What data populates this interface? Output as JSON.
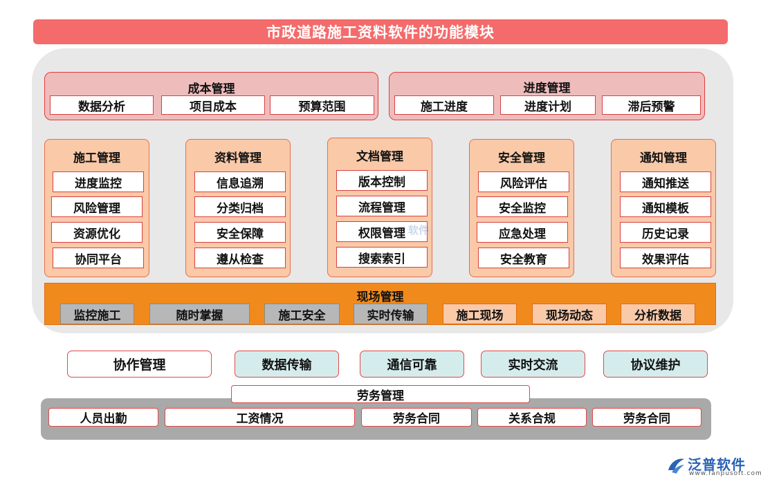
{
  "title": "市政道路施工资料软件的功能模块",
  "top_groups": [
    {
      "title": "成本管理",
      "items": [
        "数据分析",
        "项目成本",
        "预算范围"
      ]
    },
    {
      "title": "进度管理",
      "items": [
        "施工进度",
        "进度计划",
        "滞后预警"
      ]
    }
  ],
  "modules": [
    {
      "title": "施工管理",
      "items": [
        "进度监控",
        "风险管理",
        "资源优化",
        "协同平台"
      ]
    },
    {
      "title": "资料管理",
      "items": [
        "信息追溯",
        "分类归档",
        "安全保障",
        "遵从检查"
      ]
    },
    {
      "title": "文档管理",
      "items": [
        "版本控制",
        "流程管理",
        "权限管理",
        "搜索索引"
      ]
    },
    {
      "title": "安全管理",
      "items": [
        "风险评估",
        "安全监控",
        "应急处理",
        "安全教育"
      ]
    },
    {
      "title": "通知管理",
      "items": [
        "通知推送",
        "通知模板",
        "历史记录",
        "效果评估"
      ]
    }
  ],
  "field": {
    "title": "现场管理",
    "items": [
      "监控施工",
      "随时掌握",
      "施工安全",
      "实时传输",
      "施工现场",
      "现场动态",
      "分析数据"
    ]
  },
  "collab_row": [
    "协作管理",
    "数据传输",
    "通信可靠",
    "实时交流",
    "协议维护"
  ],
  "labor": {
    "title": "劳务管理",
    "items": [
      "人员出勤",
      "工资情况",
      "劳务合同",
      "关系合规",
      "劳务合同"
    ]
  },
  "watermark": "软件",
  "logo": {
    "name": "泛普软件",
    "url": "www.fanpusoft.com"
  },
  "colors": {
    "title_bar": "#f36b6b",
    "field_bar": "#f08a1c",
    "module_fill": "#f9c9a8",
    "border_red": "#e04848",
    "logo_blue": "#2a62b4"
  }
}
